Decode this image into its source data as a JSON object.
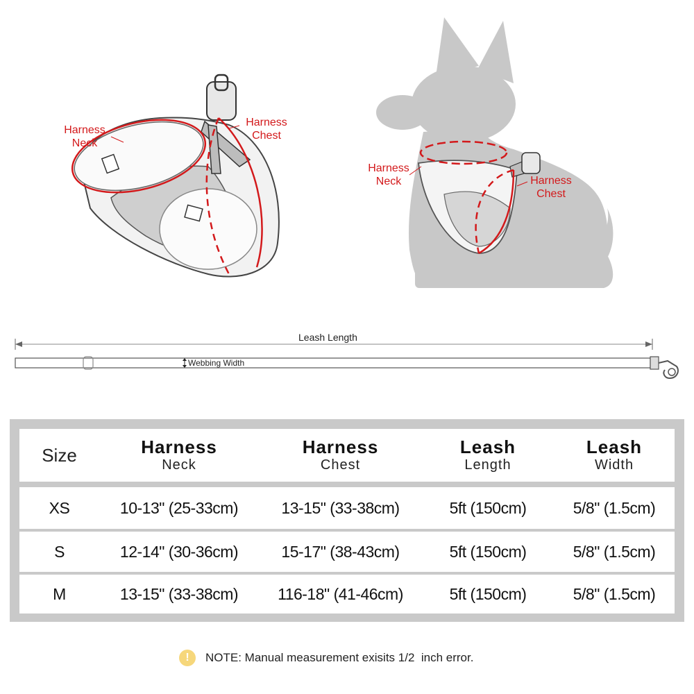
{
  "diagram": {
    "harness_labels": {
      "neck": "Harness\nNeck",
      "chest": "Harness\nChest"
    },
    "dog_labels": {
      "neck": "Harness\nNeck",
      "chest": "Harness\nChest"
    },
    "leash_length_label": "Leash Length",
    "webbing_width_label": "Webbing Width"
  },
  "table": {
    "headers": [
      {
        "main": "Size",
        "sub": ""
      },
      {
        "main": "Harness",
        "sub": "Neck"
      },
      {
        "main": "Harness",
        "sub": "Chest"
      },
      {
        "main": "Leash",
        "sub": "Length"
      },
      {
        "main": "Leash",
        "sub": "Width"
      }
    ],
    "rows": [
      [
        "XS",
        "10-13\" (25-33cm)",
        "13-15\" (33-38cm)",
        "5ft (150cm)",
        "5/8\" (1.5cm)"
      ],
      [
        "S",
        "12-14\" (30-36cm)",
        "15-17\" (38-43cm)",
        "5ft (150cm)",
        "5/8\" (1.5cm)"
      ],
      [
        "M",
        "13-15\" (33-38cm)",
        "116-18\" (41-46cm)",
        "5ft (150cm)",
        "5/8\" (1.5cm)"
      ]
    ]
  },
  "note": {
    "icon": "warning-icon",
    "symbol": "!",
    "text": "NOTE: Manual measurement exisits 1/2  inch error."
  },
  "colors": {
    "measure_red": "#d3191b",
    "table_border": "#c9c9c9",
    "dog_silhouette": "#c8c8c8",
    "warning_yellow": "#f6d77b"
  }
}
